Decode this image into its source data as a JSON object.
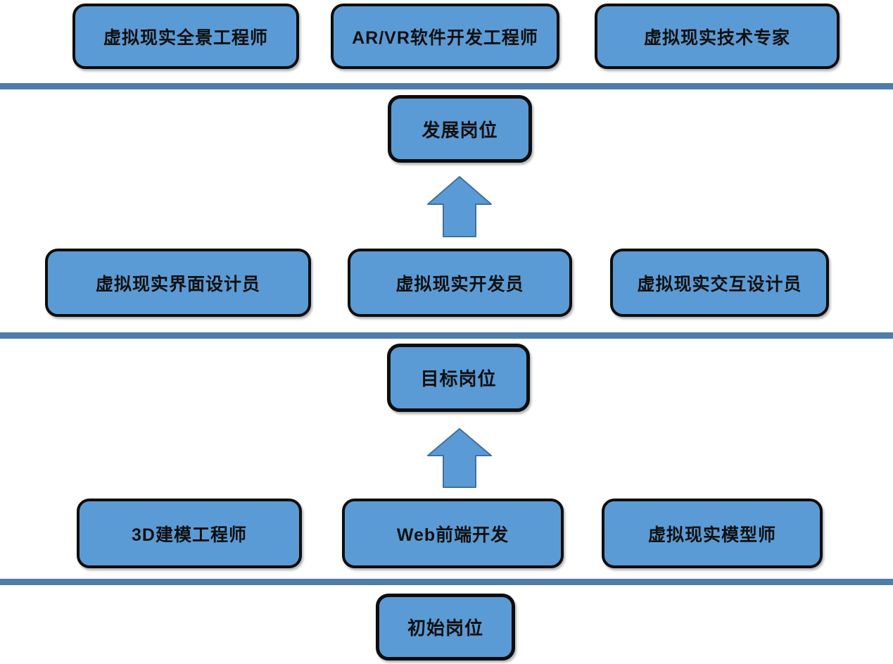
{
  "diagram": {
    "title_implicit": "VR career path ladder",
    "sections": [
      {
        "stage": "发展岗位",
        "jobs": [
          "虚拟现实全景工程师",
          "AR/VR软件开发工程师",
          "虚拟现实技术专家"
        ]
      },
      {
        "stage": "目标岗位",
        "jobs": [
          "虚拟现实界面设计员",
          "虚拟现实开发员",
          "虚拟现实交互设计员"
        ]
      },
      {
        "stage": "初始岗位",
        "jobs": [
          "3D建模工程师",
          "Web前端开发",
          "虚拟现实模型师"
        ]
      }
    ],
    "arrows": [
      {
        "name": "arrow-to-development",
        "direction": "up"
      },
      {
        "name": "arrow-to-target",
        "direction": "up"
      }
    ],
    "colors": {
      "box_fill": "#5b9bd5",
      "box_border": "#0d0d0d",
      "divider": "#4f7ca8",
      "arrow_fill": "#5b9bd5",
      "arrow_border": "#41719c",
      "text": "#101010",
      "background": "#ffffff"
    }
  }
}
